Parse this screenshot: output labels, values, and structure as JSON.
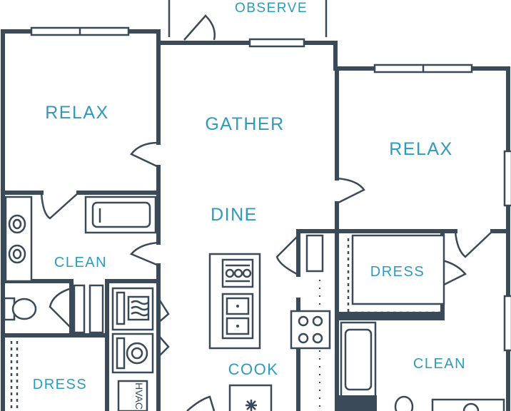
{
  "rooms": {
    "observe": "OBSERVE",
    "relax_left": "RELAX",
    "gather": "GATHER",
    "relax_right": "RELAX",
    "dine": "DINE",
    "clean_left": "CLEAN",
    "dress_right": "DRESS",
    "cook": "COOK",
    "clean_right": "CLEAN",
    "dress_left": "DRESS",
    "hvac": "HVAC"
  },
  "colors": {
    "label": "#2d9bbd",
    "wall": "#3a4a59",
    "background": "#ffffff"
  }
}
